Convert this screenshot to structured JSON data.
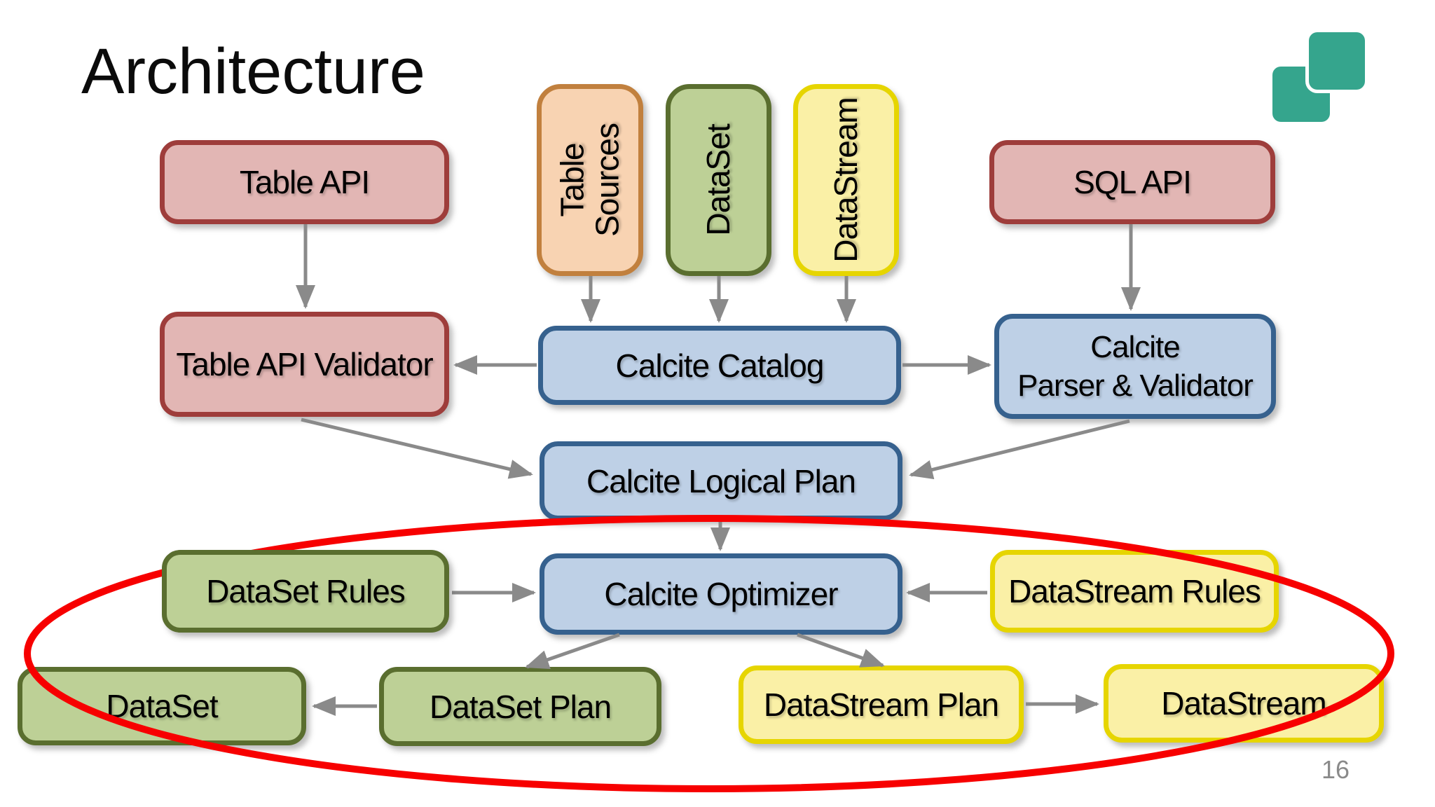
{
  "slide": {
    "title": "Architecture",
    "page_number": "16",
    "background": "#ffffff"
  },
  "logo": {
    "name": "two-overlapping-squares-logo",
    "color": "#35a58d"
  },
  "palette": {
    "pink_fill": "#e2b6b4",
    "pink_border": "#9e3d3b",
    "orange_fill": "#f8d3b2",
    "orange_border": "#c1803e",
    "green_fill": "#bdd096",
    "green_border": "#5a6e2f",
    "yellow_fill": "#faf0a6",
    "yellow_border": "#e6d500",
    "blue_fill": "#bed0e6",
    "blue_border": "#36618e",
    "arrow_gray": "#8a8a8a",
    "highlight_ellipse_red": "#f70000",
    "page_number_gray": "#8a8a8a"
  },
  "nodes": {
    "table_api": {
      "label": "Table API",
      "color": "pink"
    },
    "table_sources": {
      "label": "Table Sources",
      "color": "orange"
    },
    "dataset_source": {
      "label": "DataSet",
      "color": "green"
    },
    "datastream_source": {
      "label": "DataStream",
      "color": "yellow"
    },
    "sql_api": {
      "label": "SQL API",
      "color": "pink"
    },
    "table_api_validator": {
      "label": "Table API Validator",
      "color": "pink"
    },
    "calcite_catalog": {
      "label": "Calcite Catalog",
      "color": "blue"
    },
    "calcite_parser_validator": {
      "line1": "Calcite",
      "line2": "Parser & Validator",
      "color": "blue"
    },
    "calcite_logical_plan": {
      "label": "Calcite Logical Plan",
      "color": "blue"
    },
    "dataset_rules": {
      "label": "DataSet Rules",
      "color": "green"
    },
    "calcite_optimizer": {
      "label": "Calcite Optimizer",
      "color": "blue"
    },
    "datastream_rules": {
      "label": "DataStream Rules",
      "color": "yellow"
    },
    "dataset_output": {
      "label": "DataSet",
      "color": "green"
    },
    "dataset_plan": {
      "label": "DataSet Plan",
      "color": "green"
    },
    "datastream_plan": {
      "label": "DataStream Plan",
      "color": "yellow"
    },
    "datastream_output": {
      "label": "DataStream",
      "color": "yellow"
    }
  },
  "edges": [
    {
      "from": "table_api",
      "to": "table_api_validator"
    },
    {
      "from": "table_sources",
      "to": "calcite_catalog"
    },
    {
      "from": "dataset_source",
      "to": "calcite_catalog"
    },
    {
      "from": "datastream_source",
      "to": "calcite_catalog"
    },
    {
      "from": "sql_api",
      "to": "calcite_parser_validator"
    },
    {
      "from": "calcite_catalog",
      "to": "table_api_validator"
    },
    {
      "from": "calcite_catalog",
      "to": "calcite_parser_validator"
    },
    {
      "from": "table_api_validator",
      "to": "calcite_logical_plan"
    },
    {
      "from": "calcite_parser_validator",
      "to": "calcite_logical_plan"
    },
    {
      "from": "calcite_logical_plan",
      "to": "calcite_optimizer"
    },
    {
      "from": "dataset_rules",
      "to": "calcite_optimizer"
    },
    {
      "from": "datastream_rules",
      "to": "calcite_optimizer"
    },
    {
      "from": "calcite_optimizer",
      "to": "dataset_plan"
    },
    {
      "from": "calcite_optimizer",
      "to": "datastream_plan"
    },
    {
      "from": "dataset_plan",
      "to": "dataset_output"
    },
    {
      "from": "datastream_plan",
      "to": "datastream_output"
    }
  ],
  "annotation": {
    "shape": "ellipse",
    "meaning": "highlighted optimizer/plan layer",
    "color": "#f70000"
  }
}
